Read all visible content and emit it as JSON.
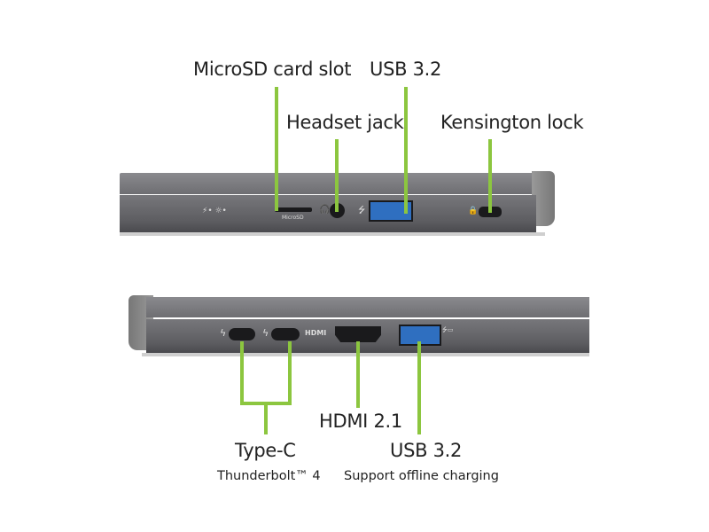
{
  "top_labels": {
    "microsd": "MicroSD card slot",
    "usb": "USB 3.2",
    "headset": "Headset jack",
    "kensington": "Kensington lock"
  },
  "bottom_labels": {
    "hdmi": "HDMI 2.1",
    "typec": "Type-C",
    "typec_sub": "Thunderbolt™ 4",
    "usb": "USB 3.2",
    "usb_sub": "Support offline charging"
  },
  "engravings": {
    "microsd": "MicroSD",
    "hdmi": "HDMI"
  },
  "colors": {
    "callout": "#8cc63f",
    "chassis": "#6e6e72",
    "usb_blue": "#2f6fc0"
  }
}
